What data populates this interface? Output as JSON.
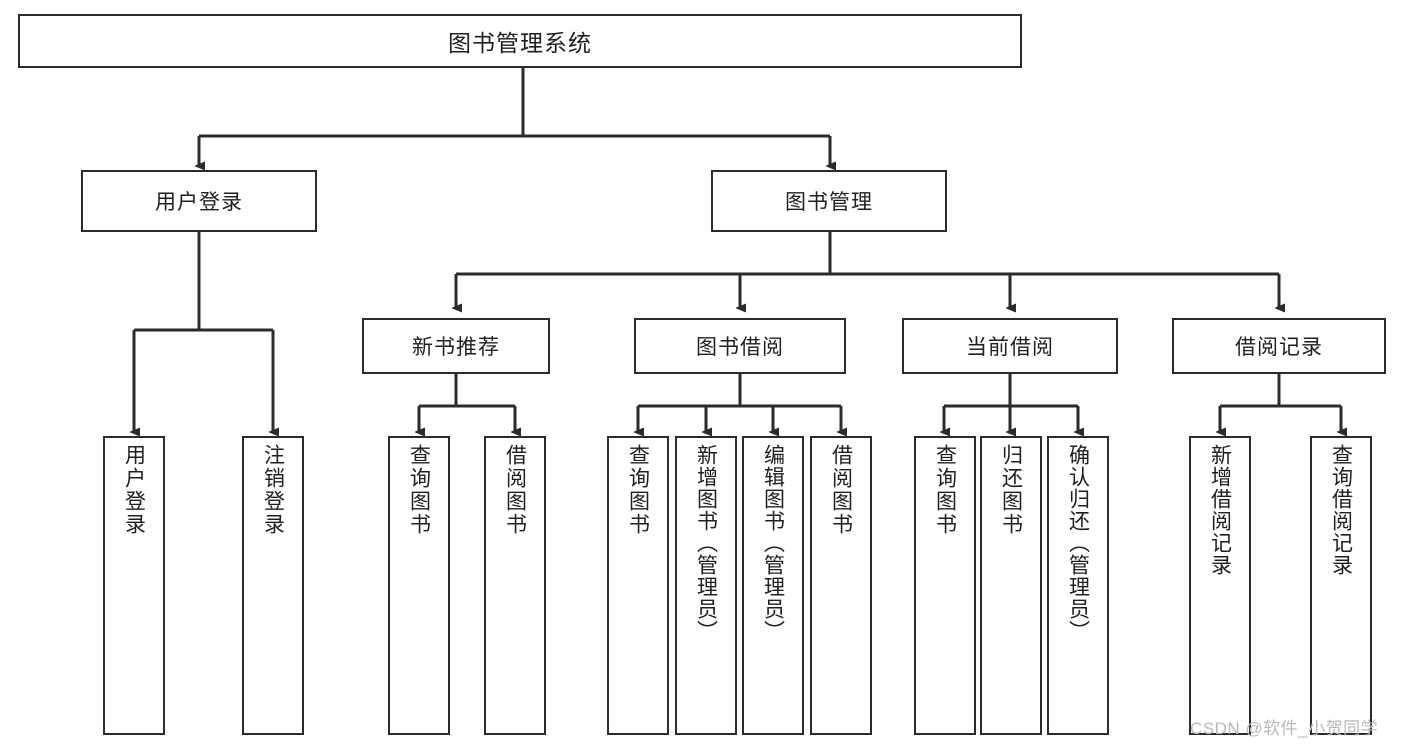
{
  "diagram": {
    "title": "图书管理系统",
    "watermark": "CSDN @软件_小贺同学",
    "stroke_color": "#2b2b2b",
    "fill_color": "#ffffff",
    "text_color": "#1f1f1f",
    "root": {
      "label": "图书管理系统"
    },
    "level2": [
      {
        "label": "用户登录"
      },
      {
        "label": "图书管理"
      }
    ],
    "level3": [
      {
        "label": "新书推荐"
      },
      {
        "label": "图书借阅"
      },
      {
        "label": "当前借阅"
      },
      {
        "label": "借阅记录"
      }
    ],
    "leaves": {
      "user_login": [
        {
          "label": "用户登录"
        },
        {
          "label": "注销登录"
        }
      ],
      "new_book_recommend": [
        {
          "label": "查询图书"
        },
        {
          "label": "借阅图书"
        }
      ],
      "book_borrow": [
        {
          "label": "查询图书"
        },
        {
          "label": "新增图书（管理员）"
        },
        {
          "label": "编辑图书（管理员）"
        },
        {
          "label": "借阅图书"
        }
      ],
      "current_borrow": [
        {
          "label": "查询图书"
        },
        {
          "label": "归还图书"
        },
        {
          "label": "确认归还（管理员）"
        }
      ],
      "borrow_record": [
        {
          "label": "新增借阅记录"
        },
        {
          "label": "查询借阅记录"
        }
      ]
    }
  }
}
